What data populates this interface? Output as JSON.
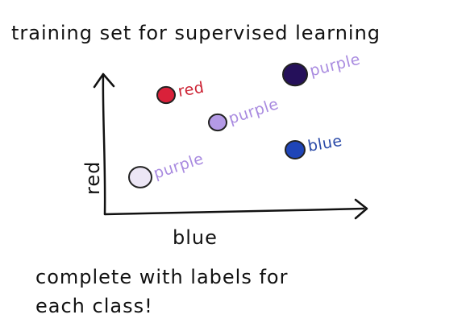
{
  "title": "training set for supervised learning",
  "axes": {
    "x_label": "blue",
    "y_label": "red"
  },
  "points": [
    {
      "name": "light-purple",
      "x": 0.2,
      "y": 0.1,
      "label": "purple",
      "color": "#ece6f5",
      "label_color": "#a98be0"
    },
    {
      "name": "red",
      "x": 0.3,
      "y": 0.7,
      "label": "red",
      "color": "#d9213a",
      "label_color": "#cc2233"
    },
    {
      "name": "mid-purple",
      "x": 0.5,
      "y": 0.5,
      "label": "purple",
      "color": "#b49ae6",
      "label_color": "#a98be0"
    },
    {
      "name": "dark-purple",
      "x": 0.8,
      "y": 0.85,
      "label": "purple",
      "color": "#25105a",
      "label_color": "#a98be0"
    },
    {
      "name": "blue",
      "x": 0.8,
      "y": 0.3,
      "label": "blue",
      "color": "#1f45b8",
      "label_color": "#2a4aa8"
    }
  ],
  "footer": {
    "line1": "complete with labels for",
    "line2": "each class!"
  }
}
